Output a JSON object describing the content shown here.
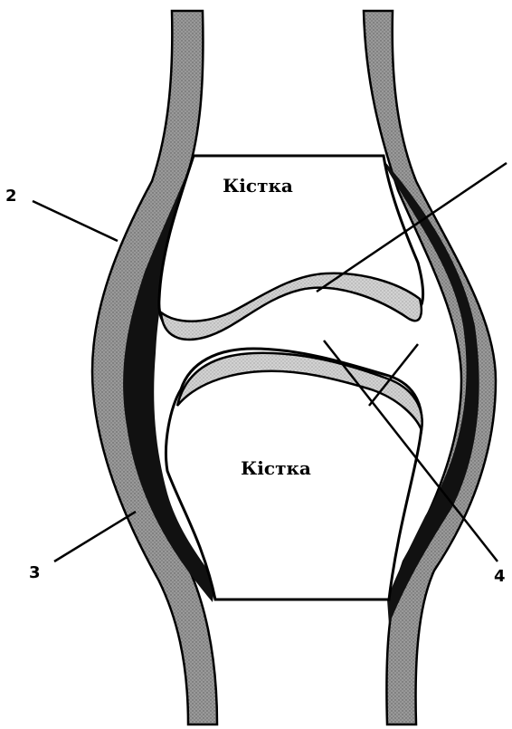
{
  "labels": {
    "bone_top": "Кістка",
    "bone_bottom": "Кістка",
    "callouts": [
      "2",
      "3",
      "4"
    ]
  },
  "colors": {
    "capsule_outer": "#8c8c8c",
    "capsule_inner": "#111111",
    "cartilage": "#c8c8c8",
    "outline": "#000000",
    "background": "#ffffff"
  }
}
